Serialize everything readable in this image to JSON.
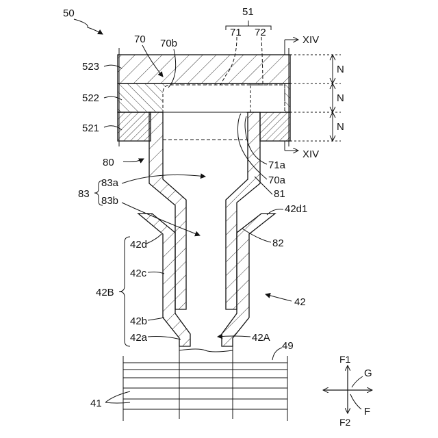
{
  "labels": {
    "fig": "50",
    "hdr51": "51",
    "l71": "71",
    "l72": "72",
    "xiv_top": "XIV",
    "xiv_bot": "XIV",
    "l70": "70",
    "l70b": "70b",
    "l523": "523",
    "l522": "522",
    "l521": "521",
    "n1": "N",
    "n2": "N",
    "n3": "N",
    "l80": "80",
    "l83": "83",
    "l83a": "83a",
    "l83b": "83b",
    "l71a": "71a",
    "l70a": "70a",
    "l81": "81",
    "l42d1": "42d1",
    "l82": "82",
    "l42d": "42d",
    "l42c": "42c",
    "l42B": "42B",
    "l42": "42",
    "l42b": "42b",
    "l42a": "42a",
    "l42A": "42A",
    "l49": "49",
    "l41": "41",
    "F1": "F1",
    "F2": "F2",
    "G": "G",
    "F": "F"
  }
}
